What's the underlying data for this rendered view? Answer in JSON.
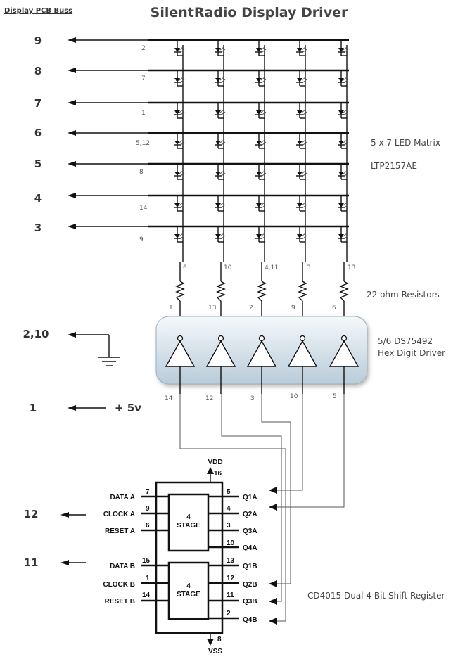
{
  "header": "Display PCB Buss",
  "title": "SilentRadio Display Driver",
  "bus_pins": [
    "9",
    "8",
    "7",
    "6",
    "5",
    "4",
    "3",
    "2,10",
    "1",
    "12",
    "11"
  ],
  "plus5v": "+ 5v",
  "row_pins": [
    "2",
    "7",
    "1",
    "5,12",
    "8",
    "14",
    "9"
  ],
  "col_pins_top": [
    "6",
    "10",
    "4,11",
    "3",
    "13"
  ],
  "col_pins_mid": [
    "1",
    "13",
    "2",
    "9",
    "6"
  ],
  "col_pins_bottom": [
    "14",
    "12",
    "3",
    "10",
    "5"
  ],
  "labels": {
    "led_matrix": "5 x 7 LED Matrix",
    "led_part": "LTP2157AE",
    "resistors": "22 ohm Resistors",
    "driver_line1": "5/6 DS75492",
    "driver_line2": "Hex Digit Driver",
    "shift_register": "CD4015 Dual 4-Bit Shift Register"
  },
  "ic": {
    "vdd": "VDD",
    "vdd_pin": "16",
    "vss": "VSS",
    "vss_pin": "8",
    "stage_line1": "4",
    "stage_line2": "STAGE",
    "left_names": [
      "DATA A",
      "CLOCK A",
      "RESET A",
      "DATA B",
      "CLOCK B",
      "RESET B"
    ],
    "left_pins": [
      "7",
      "9",
      "6",
      "15",
      "1",
      "14"
    ],
    "right_names": [
      "Q1A",
      "Q2A",
      "Q3A",
      "Q4A",
      "Q1B",
      "Q2B",
      "Q3B",
      "Q4B"
    ],
    "right_pins": [
      "5",
      "4",
      "3",
      "10",
      "13",
      "12",
      "11",
      "2"
    ]
  }
}
